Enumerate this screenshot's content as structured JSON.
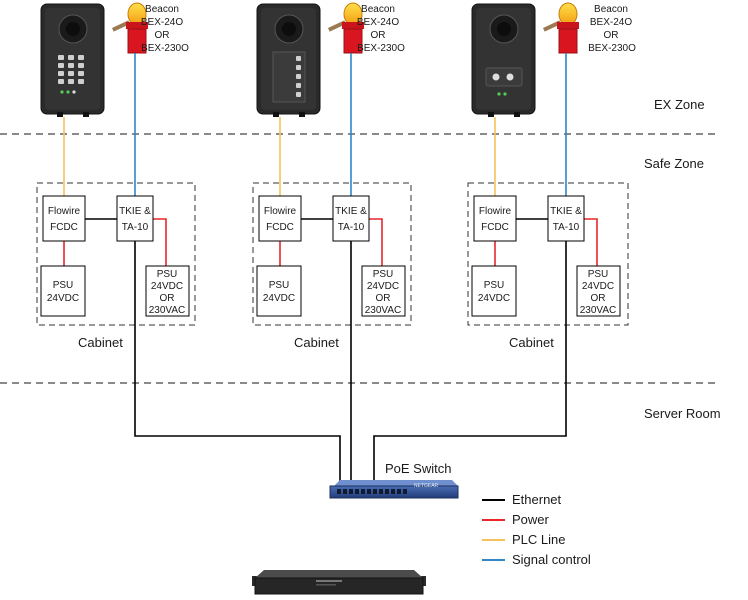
{
  "zones": {
    "ex": "EX Zone",
    "safe": "Safe Zone",
    "server": "Server Room"
  },
  "beacon": {
    "line1": "Beacon",
    "line2": "BEX-24O",
    "line3": "OR",
    "line4": "BEX-230O"
  },
  "cabinet": {
    "label": "Cabinet",
    "flowire": [
      "Flowire",
      "FCDC"
    ],
    "tkie": [
      "TKIE &",
      "TA-10"
    ],
    "psu_left": [
      "PSU",
      "24VDC"
    ],
    "psu_right": [
      "PSU",
      "24VDC",
      "OR",
      "230VAC"
    ]
  },
  "switch": {
    "label": "PoE Switch",
    "brand": "NETGEAR"
  },
  "legend": [
    {
      "name": "Ethernet",
      "color": "#000000"
    },
    {
      "name": "Power",
      "color": "#e8262b"
    },
    {
      "name": "PLC Line",
      "color": "#f5c15a"
    },
    {
      "name": "Signal control",
      "color": "#2f86c9"
    }
  ]
}
